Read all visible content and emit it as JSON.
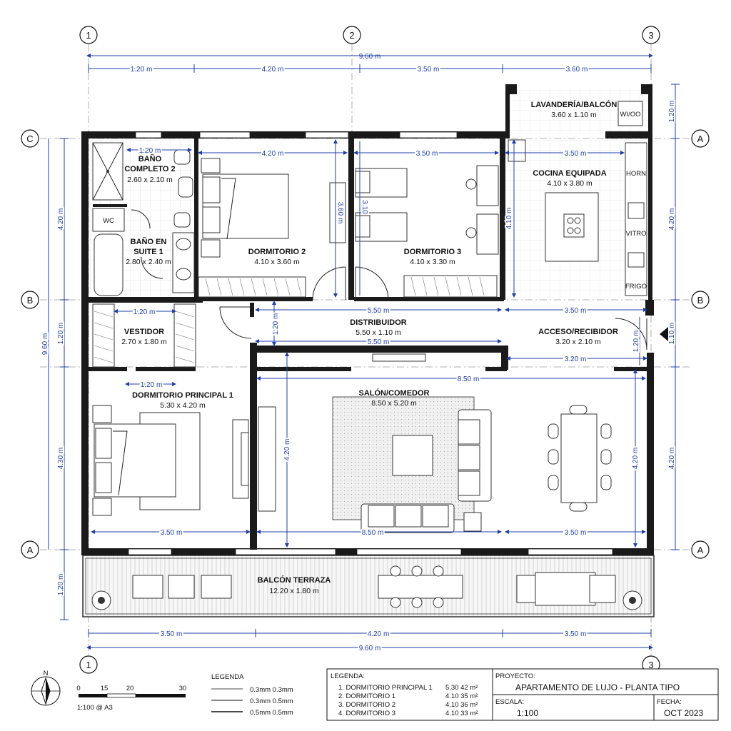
{
  "axes": {
    "top": [
      "1",
      "2",
      "3"
    ],
    "bottom": [
      "1",
      "3"
    ],
    "left": [
      "C",
      "B",
      "A"
    ],
    "right": [
      "A",
      "B",
      "A"
    ]
  },
  "dims": {
    "total_top": "9.60 m",
    "top_segments": [
      "1.20 m",
      "4.20 m",
      "3.50 m",
      "3.60 m"
    ],
    "total_bottom": "9.60 m",
    "bottom_segments": [
      "3.50 m",
      "4.20 m",
      "3.50 m"
    ],
    "left_total": "9.60 m",
    "left_segments": [
      "4.20 m",
      "1.20 m",
      "4.30 m",
      "1.20 m"
    ],
    "right_segments": [
      "1.20 m",
      "4.20 m",
      "1.10 m",
      "4.20 m"
    ],
    "interior": {
      "bano2_w": "1.20 m",
      "dorm2_w": "4.20 m",
      "dorm2_h": "3.60 m",
      "dorm3_w": "3.50 m",
      "dorm3_h": "3.10",
      "cocina_w": "3.50 m",
      "cocina_h": "4.10 m",
      "vestidor_w": "1.20 m",
      "distrib_w": "5.50 m",
      "distrib_w2": "5.50 m",
      "distrib_h": "1.20 m",
      "acceso_w": "3.50 m",
      "acceso_w2": "3.20 m",
      "acceso_h": "1.20 m",
      "dp1_w": "1.20 m",
      "dp1_w2": "3.50 m",
      "salon_w": "8.50 m",
      "salon_w2": "8.50 m",
      "salon_h": "4.20 m",
      "comedor_w": "3.50 m",
      "comedor_h": "4.20 m"
    }
  },
  "rooms": {
    "lavanderia": {
      "name": "LAVANDERÍA/BALCÓN",
      "size": "3.60 x 1.10 m",
      "appliance": "WI/OO"
    },
    "bano2": {
      "name1": "BAÑO",
      "name2": "COMPLETO 2",
      "size": "2.60 x 2.10 m"
    },
    "wc": {
      "label": "WC"
    },
    "bano1": {
      "name1": "BAÑO EN",
      "name2": "SUITE 1",
      "size": "2.80 x 2.40 m"
    },
    "dorm2": {
      "name": "DORMITORIO 2",
      "size": "4.10 x 3.60 m"
    },
    "dorm3": {
      "name": "DORMITORIO 3",
      "size": "4.10 x 3.30 m"
    },
    "cocina": {
      "name": "COCINA EQUIPADA",
      "size": "4.10 x 3.80 m",
      "horn": "HORN",
      "vitro": "VITRO",
      "frigo": "FRIGO"
    },
    "vestidor": {
      "name": "VESTIDOR",
      "size": "2.70 x 1.80 m"
    },
    "distribuidor": {
      "name": "DISTRIBUIDOR",
      "size": "5.50 x 1.10 m"
    },
    "acceso": {
      "name": "ACCESO/RECIBIDOR",
      "size": "3.20 x 2.10 m"
    },
    "dp1": {
      "name": "DORMITORIO PRINCIPAL 1",
      "size": "5.30 x 4.20 m"
    },
    "salon": {
      "name": "SALÓN/COMEDOR",
      "size": "8.50 x 5.20 m"
    },
    "balcon": {
      "name": "BALCÓN TERRAZA",
      "size": "12.20 x 1.80 m"
    }
  },
  "scale_bar": {
    "north": "N",
    "ticks": [
      "0",
      "15",
      "20",
      "30"
    ],
    "caption": "1:100 @ A3"
  },
  "legend": {
    "title": "LEGENDA",
    "items": [
      "0.3mm 0.3mm",
      "0.3mm 0.5mm",
      "0.5mm 0.5mm"
    ]
  },
  "schedule": {
    "title": "LEGENDA:",
    "rows": [
      {
        "label": "1. DORMITORIO PRINCIPAL 1",
        "area": "5.30 42 m²"
      },
      {
        "label": "2. DORMITORIO 1",
        "area": "4.10 35 m²"
      },
      {
        "label": "3. DORMITORIO 2",
        "area": "4.10 36 m²"
      },
      {
        "label": "4. DORMITORIO 3",
        "area": "4.10 33 m²"
      }
    ]
  },
  "title_block": {
    "project_label": "PROYECTO:",
    "project": "APARTAMENTO DE LUJO - PLANTA TIPO",
    "scale_label": "ESCALA:",
    "scale": "1:100",
    "date_label": "FECHA:",
    "date": "OCT 2023"
  }
}
